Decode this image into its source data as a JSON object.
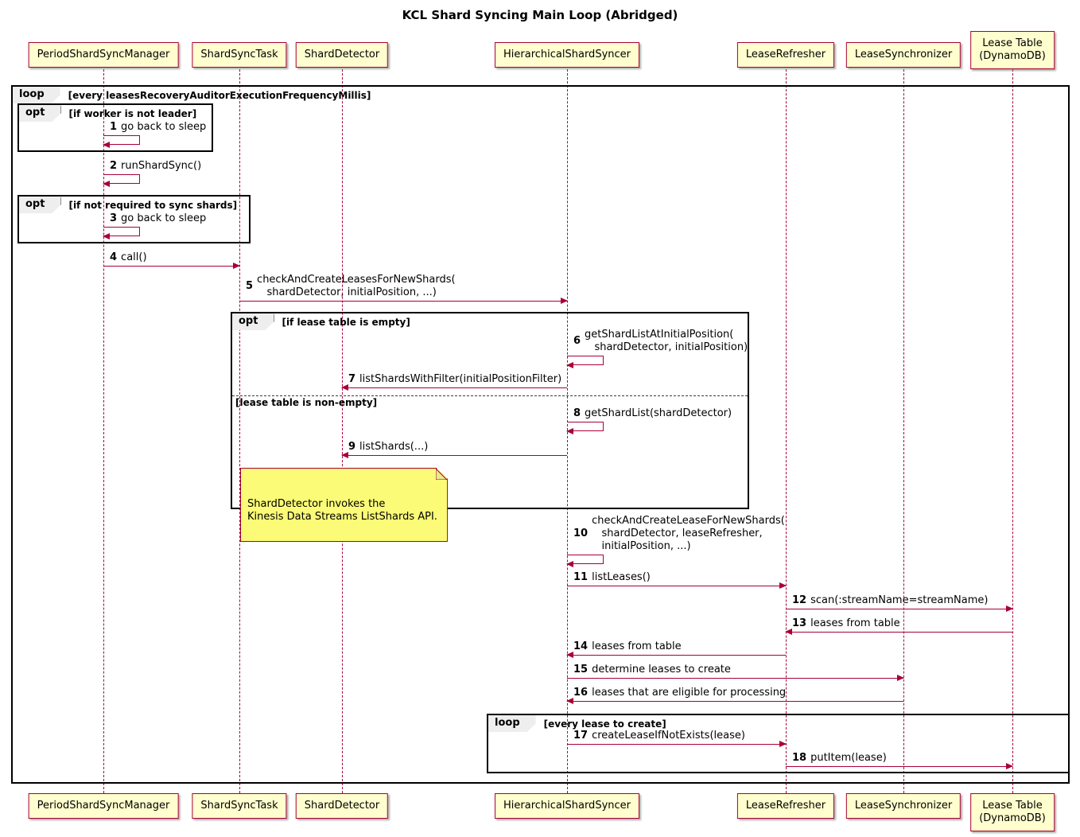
{
  "title": "KCL Shard Syncing Main Loop (Abridged)",
  "participants": [
    {
      "name": "PeriodShardSyncManager"
    },
    {
      "name": "ShardSyncTask"
    },
    {
      "name": "ShardDetector"
    },
    {
      "name": "HierarchicalShardSyncer"
    },
    {
      "name": "LeaseRefresher"
    },
    {
      "name": "LeaseSynchronizer"
    },
    {
      "name": "Lease Table\n(DynamoDB)"
    }
  ],
  "frames": {
    "outer_loop": {
      "keyword": "loop",
      "condition": "[every leasesRecoveryAuditorExecutionFrequencyMillis]"
    },
    "opt_worker": {
      "keyword": "opt",
      "condition": "[if worker is not leader]"
    },
    "opt_shards": {
      "keyword": "opt",
      "condition": "[if not required to sync shards]"
    },
    "opt_lease": {
      "keyword": "opt",
      "condition": "[if lease table is empty]",
      "else_condition": "[lease table is non-empty]"
    },
    "inner_loop": {
      "keyword": "loop",
      "condition": "[every lease to create]"
    }
  },
  "messages": [
    {
      "num": "1",
      "from": "PeriodShardSyncManager",
      "to": "PeriodShardSyncManager",
      "text": "go back to sleep"
    },
    {
      "num": "2",
      "from": "PeriodShardSyncManager",
      "to": "PeriodShardSyncManager",
      "text": "runShardSync()"
    },
    {
      "num": "3",
      "from": "PeriodShardSyncManager",
      "to": "PeriodShardSyncManager",
      "text": "go back to sleep"
    },
    {
      "num": "4",
      "from": "PeriodShardSyncManager",
      "to": "ShardSyncTask",
      "text": "call()"
    },
    {
      "num": "5",
      "from": "ShardSyncTask",
      "to": "HierarchicalShardSyncer",
      "text": "checkAndCreateLeasesForNewShards(\n   shardDetector, initialPosition, ...)"
    },
    {
      "num": "6",
      "from": "HierarchicalShardSyncer",
      "to": "HierarchicalShardSyncer",
      "text": "getShardListAtInitialPosition(\n   shardDetector, initialPosition)"
    },
    {
      "num": "7",
      "from": "HierarchicalShardSyncer",
      "to": "ShardDetector",
      "text": "listShardsWithFilter(initialPositionFilter)"
    },
    {
      "num": "8",
      "from": "HierarchicalShardSyncer",
      "to": "HierarchicalShardSyncer",
      "text": "getShardList(shardDetector)"
    },
    {
      "num": "9",
      "from": "HierarchicalShardSyncer",
      "to": "ShardDetector",
      "text": "listShards(...)"
    },
    {
      "num": "10",
      "from": "HierarchicalShardSyncer",
      "to": "HierarchicalShardSyncer",
      "text": "checkAndCreateLeaseForNewShards(\n   shardDetector, leaseRefresher,\n   initialPosition, ...)"
    },
    {
      "num": "11",
      "from": "HierarchicalShardSyncer",
      "to": "LeaseRefresher",
      "text": "listLeases()"
    },
    {
      "num": "12",
      "from": "LeaseRefresher",
      "to": "Lease Table (DynamoDB)",
      "text": "scan(:streamName=streamName)"
    },
    {
      "num": "13",
      "from": "Lease Table (DynamoDB)",
      "to": "LeaseRefresher",
      "text": "leases from table"
    },
    {
      "num": "14",
      "from": "LeaseRefresher",
      "to": "HierarchicalShardSyncer",
      "text": "leases from table"
    },
    {
      "num": "15",
      "from": "HierarchicalShardSyncer",
      "to": "LeaseSynchronizer",
      "text": "determine leases to create"
    },
    {
      "num": "16",
      "from": "LeaseSynchronizer",
      "to": "HierarchicalShardSyncer",
      "text": "leases that are eligible for processing"
    },
    {
      "num": "17",
      "from": "HierarchicalShardSyncer",
      "to": "LeaseRefresher",
      "text": "createLeaseIfNotExists(lease)"
    },
    {
      "num": "18",
      "from": "LeaseRefresher",
      "to": "Lease Table (DynamoDB)",
      "text": "putItem(lease)"
    }
  ],
  "note": {
    "text": "ShardDetector invokes the\nKinesis Data Streams ListShards API."
  },
  "colors": {
    "accent": "#A80036",
    "participant_fill": "#FEFECE",
    "note_fill": "#FBFB77",
    "frame_border": "#000000",
    "frame_label_fill": "#EEEEEE",
    "background": "#FFFFFF"
  }
}
